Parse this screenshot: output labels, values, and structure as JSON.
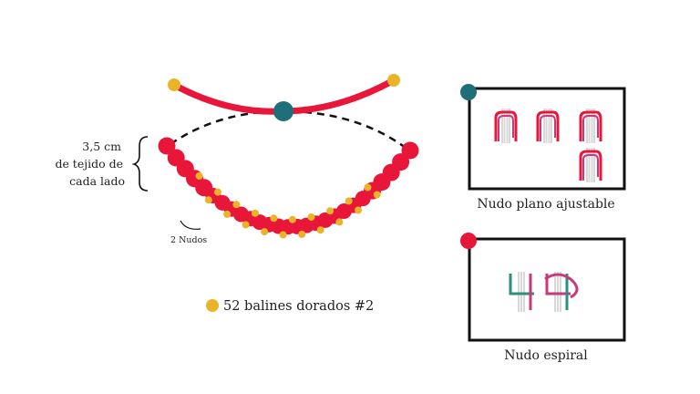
{
  "measure_label": [
    "3,5 cm",
    "de tejido  de",
    "cada lado"
  ],
  "knots_label": "2 Nudos",
  "legend": {
    "text": "52 balines dorados #2"
  },
  "panels": [
    {
      "caption": "Nudo plano ajustable"
    },
    {
      "caption": "Nudo espiral"
    }
  ],
  "colors": {
    "cord_red": "#e8173a",
    "bead_gold": "#eab429",
    "sliding_knot_teal": "#1f6f78",
    "cord_light": "#d8d8d8",
    "cord_green": "#2e8f7a",
    "cord_pink": "#c9397a",
    "outline": "#111111"
  }
}
